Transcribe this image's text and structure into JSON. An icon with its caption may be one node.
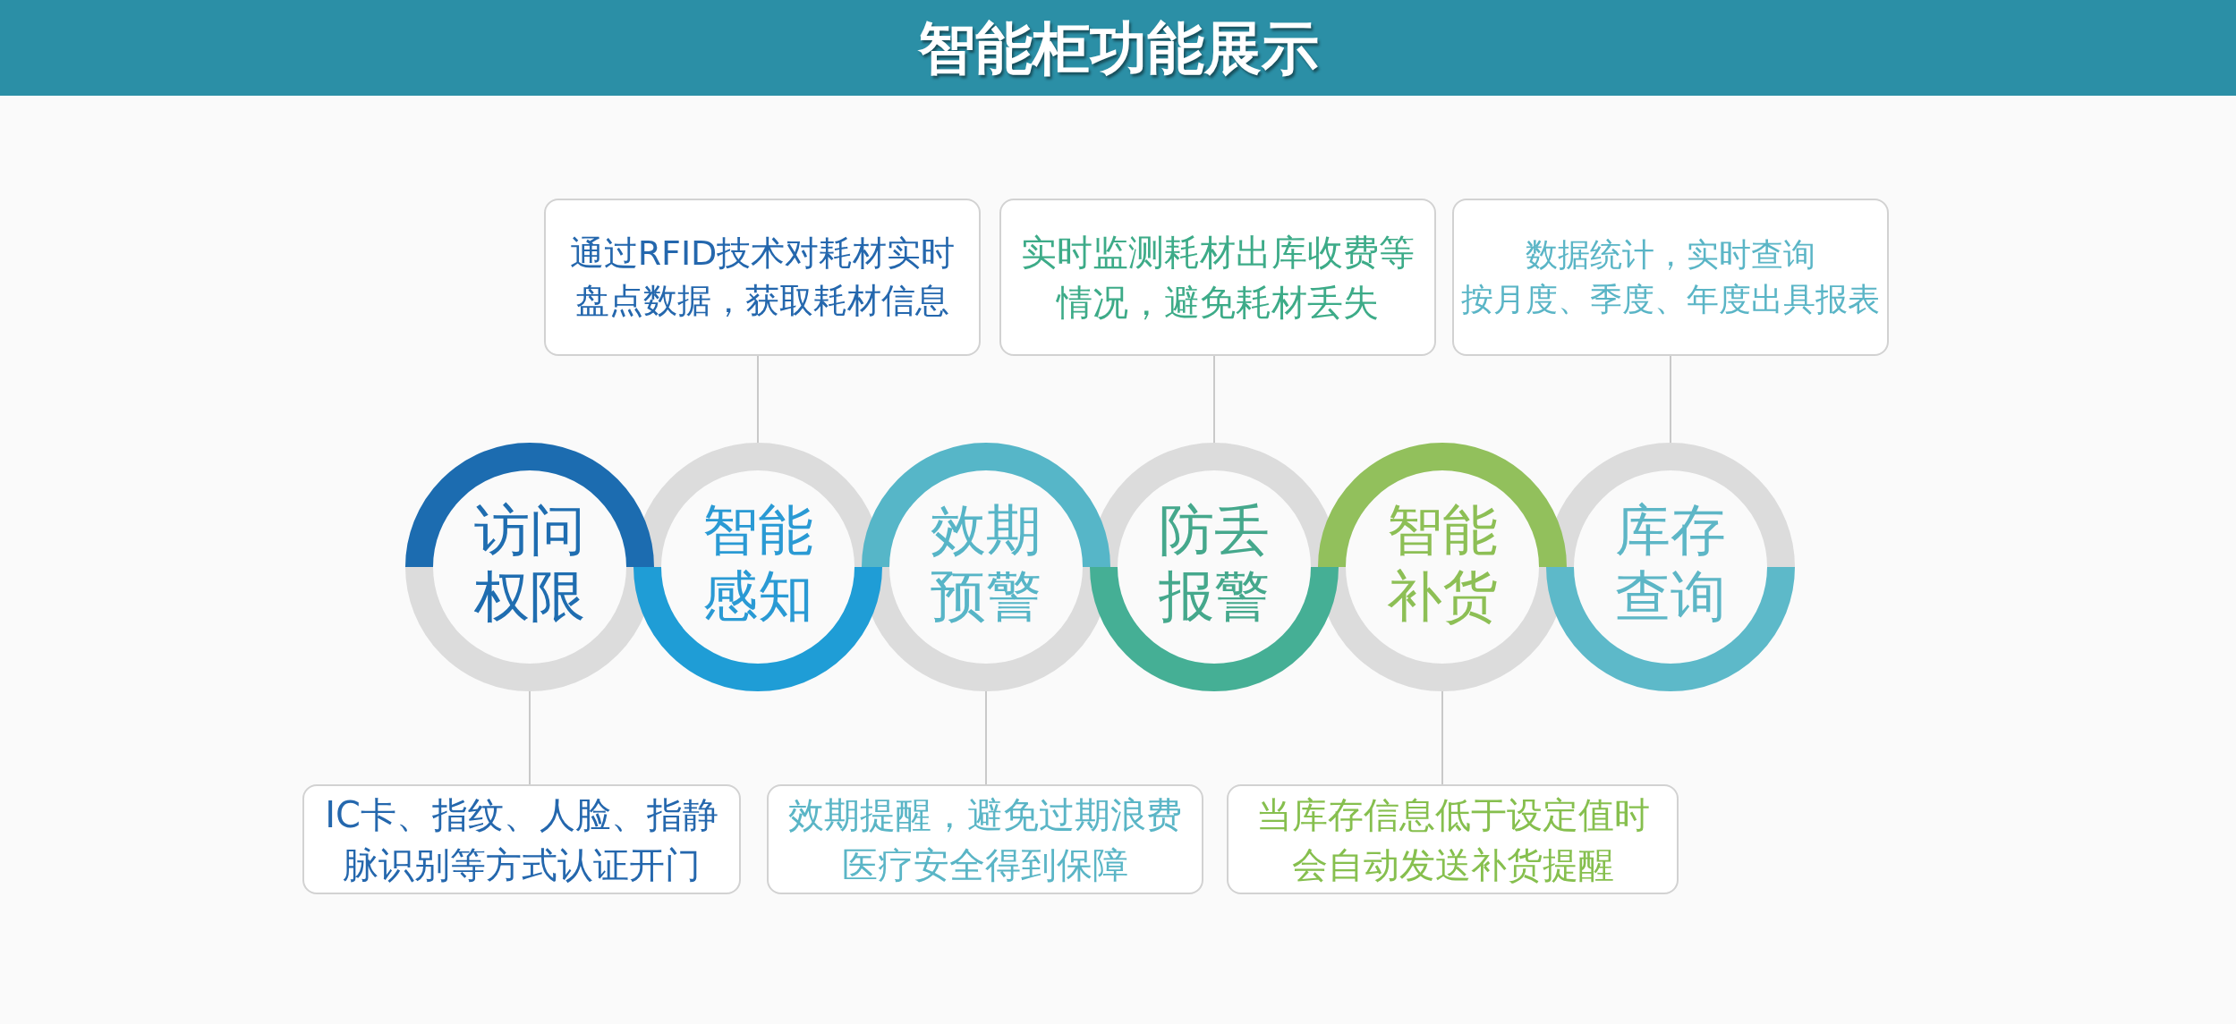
{
  "diagram": {
    "title": "智能柜功能展示",
    "nodes": [
      {
        "text": [
          "通过RFID技术对耗材实时盘点数据，获取耗材信息"
        ]
      },
      {
        "text": [
          "实时监测耗材出库收费等情况，避免耗材丢失"
        ]
      },
      {
        "text": [
          "数据统计，实时查询",
          "按月度、季度、年度出具报表"
        ]
      },
      {
        "text": [
          "访问权限"
        ]
      },
      {
        "text": [
          "智能感知"
        ]
      },
      {
        "text": [
          "效期预警"
        ]
      },
      {
        "text": [
          "防丢报警"
        ]
      },
      {
        "text": [
          "智能补货"
        ]
      },
      {
        "text": [
          "库存查询"
        ]
      },
      {
        "text": [
          "IC卡、指纹、人脸、指静脉识别等方式认证开门"
        ]
      },
      {
        "text": [
          "效期提醒，避免过期浪费医疗安全得到保障"
        ]
      },
      {
        "text": [
          "当库存信息低于设定值时会自动发送补货提醒"
        ]
      }
    ],
    "edges": [
      {
        "from": 0,
        "to": 4,
        "arrow": "none"
      },
      {
        "from": 1,
        "to": 6,
        "arrow": "none"
      },
      {
        "from": 2,
        "to": 8,
        "arrow": "none"
      },
      {
        "from": 9,
        "to": 3,
        "arrow": "none"
      },
      {
        "from": 10,
        "to": 5,
        "arrow": "none"
      },
      {
        "from": 11,
        "to": 7,
        "arrow": "none"
      }
    ]
  }
}
